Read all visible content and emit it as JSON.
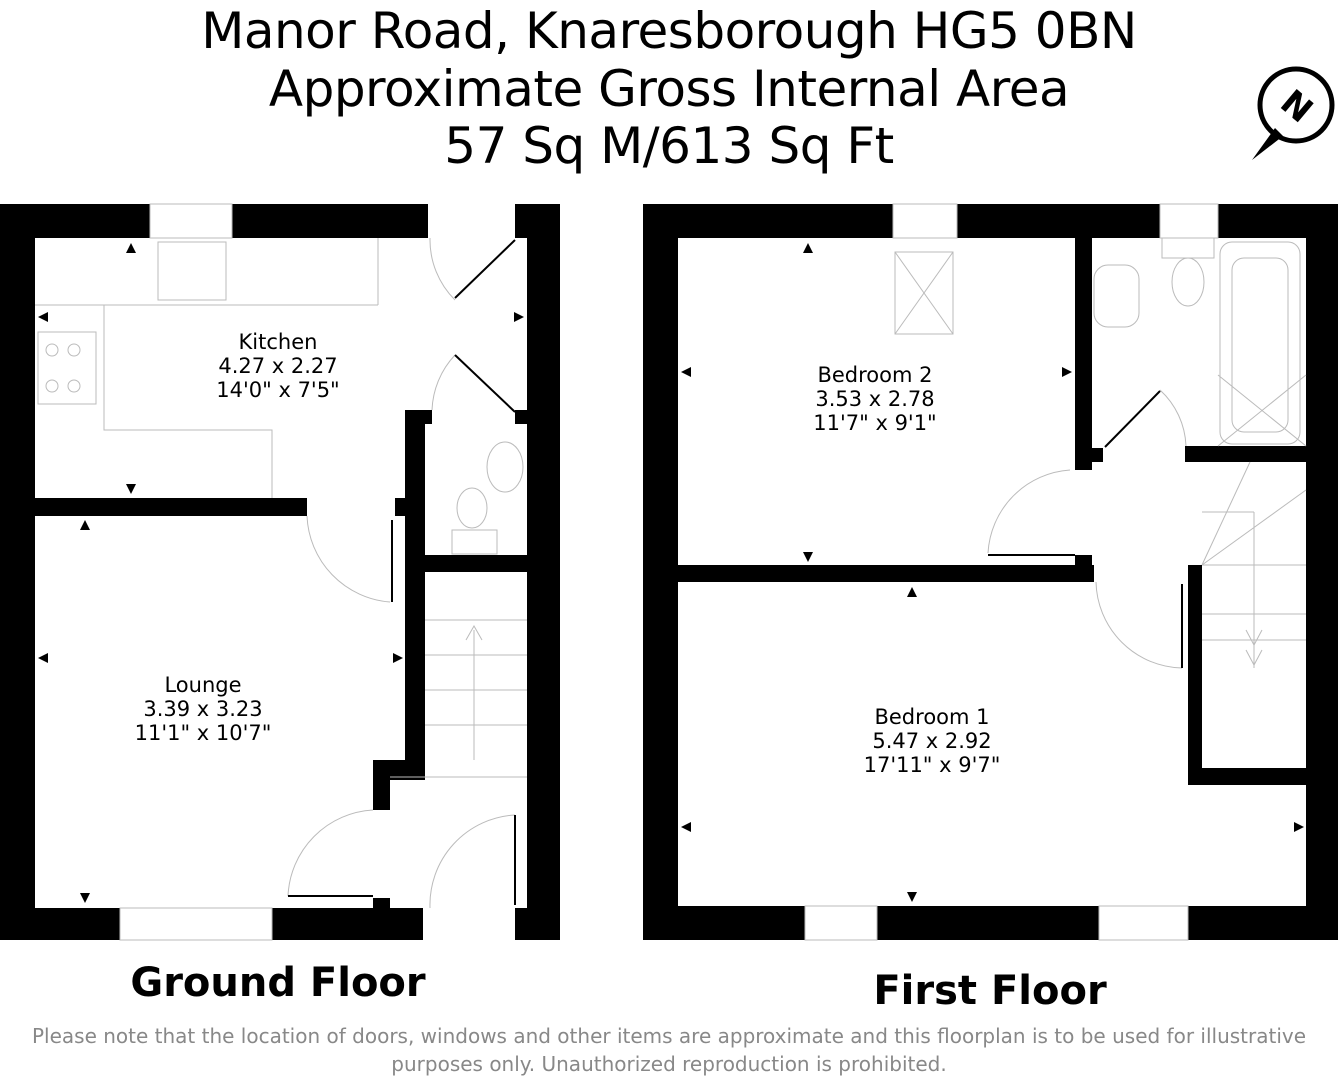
{
  "header": {
    "line1": "Manor Road, Knaresborough HG5 0BN",
    "line2": "Approximate Gross Internal Area",
    "line3": "57 Sq M/613 Sq Ft"
  },
  "compass": {
    "icon": "north-compass-icon",
    "letter": "N"
  },
  "ground_floor": {
    "label": "Ground Floor",
    "rooms": [
      {
        "name": "Kitchen",
        "metric": "4.27 x 2.27",
        "imperial": "14'0\" x 7'5\""
      },
      {
        "name": "Lounge",
        "metric": "3.39 x 3.23",
        "imperial": "11'1\" x 10'7\""
      }
    ]
  },
  "first_floor": {
    "label": "First Floor",
    "rooms": [
      {
        "name": "Bedroom 2",
        "metric": "3.53 x 2.78",
        "imperial": "11'7\" x 9'1\""
      },
      {
        "name": "Bedroom 1",
        "metric": "5.47 x 2.92",
        "imperial": "17'11\" x 9'7\""
      }
    ]
  },
  "disclaimer": {
    "line1": "Please note that the location of doors, windows and other items are approximate and this floorplan is to be used for illustrative",
    "line2": "purposes only. Unauthorized reproduction is prohibited."
  },
  "colors": {
    "wall": "#000000",
    "fixture": "#bbbbbb",
    "note": "#888888"
  }
}
